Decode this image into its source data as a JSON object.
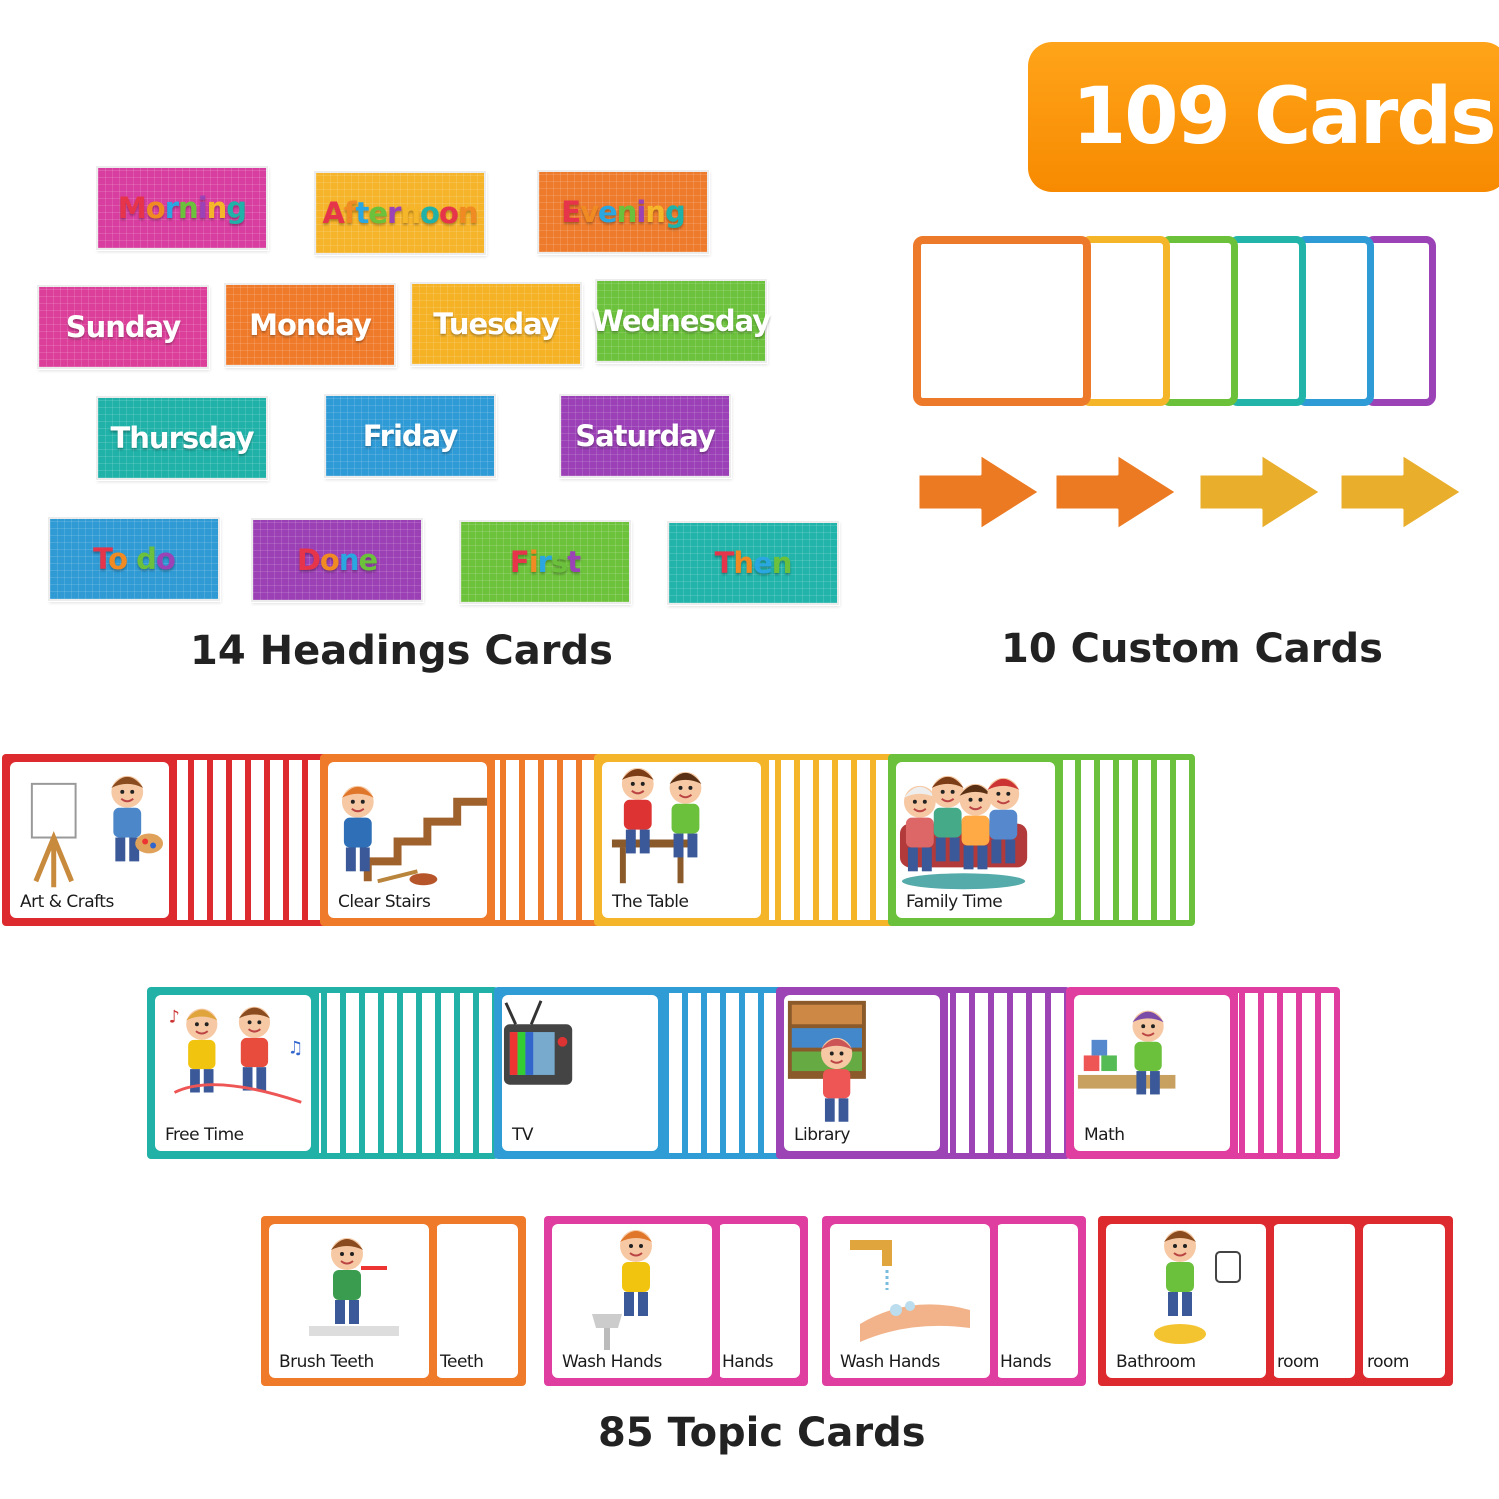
{
  "badge": {
    "text": "109 Cards",
    "color": "#f99200"
  },
  "headings": {
    "label": "14 Headings Cards",
    "cards": [
      {
        "text": "Morning",
        "color": "#d83ea0",
        "rainbow": true
      },
      {
        "text": "Afternoon",
        "color": "#f6b42a",
        "rainbow": true
      },
      {
        "text": "Evening",
        "color": "#ee7b2c",
        "rainbow": true
      },
      {
        "text": "Sunday",
        "color": "#dc3f9a"
      },
      {
        "text": "Monday",
        "color": "#ef7a2a"
      },
      {
        "text": "Tuesday",
        "color": "#f5b225"
      },
      {
        "text": "Wednesday",
        "color": "#6cc23c"
      },
      {
        "text": "Thursday",
        "color": "#20b2a8"
      },
      {
        "text": "Friday",
        "color": "#2e9ad6"
      },
      {
        "text": "Saturday",
        "color": "#9b40b6"
      },
      {
        "text": "To do",
        "color": "#2f9ad4",
        "rainbow": true
      },
      {
        "text": "Done",
        "color": "#9c40b5",
        "rainbow": true
      },
      {
        "text": "First",
        "color": "#6dc23c",
        "rainbow": true
      },
      {
        "text": "Then",
        "color": "#22b4aa",
        "rainbow": true
      }
    ]
  },
  "custom": {
    "label": "10 Custom Cards",
    "card_colors": [
      "#ed7a2a",
      "#f5b529",
      "#6cc13a",
      "#22b3a9",
      "#2f9bd6",
      "#9b43b6"
    ],
    "arrow_colors": [
      "#ec7a22",
      "#ec7a22",
      "#e9ae2c",
      "#e9ae2c"
    ]
  },
  "topics": {
    "label": "85 Topic Cards",
    "row1": [
      {
        "label": "Art & Crafts",
        "color": "#dd2a2e",
        "picture": "painting-boy"
      },
      {
        "label": "Clear Stairs",
        "color": "#ee7a2a",
        "picture": "sweeping-stairs"
      },
      {
        "label": "The Table",
        "color": "#f4b52a",
        "picture": "kids-at-table"
      },
      {
        "label": "Family Time",
        "color": "#6cc13c",
        "picture": "family-on-couch"
      }
    ],
    "row2": [
      {
        "label": "Free Time",
        "color": "#21b1a6",
        "picture": "dancing-kids"
      },
      {
        "label": "TV",
        "color": "#2f9cd6",
        "picture": "television"
      },
      {
        "label": "Library",
        "color": "#9c43b6",
        "picture": "reading-in-library"
      },
      {
        "label": "Math",
        "color": "#df3d9f",
        "picture": "kid-with-blocks"
      }
    ],
    "row3": [
      {
        "label": "Brush Teeth",
        "back_label": "Teeth",
        "color": "#ee7a2a",
        "picture": "brushing-teeth"
      },
      {
        "label": "Wash Hands",
        "back_label": "Hands",
        "color": "#df3d9f",
        "picture": "boy-at-sink"
      },
      {
        "label": "Wash Hands",
        "back_label": "Hands",
        "color": "#df3d9f",
        "picture": "hands-under-tap"
      },
      {
        "label": "Bathroom",
        "back_label": "room",
        "color": "#dd2a2e",
        "picture": "boy-on-toilet"
      }
    ]
  }
}
